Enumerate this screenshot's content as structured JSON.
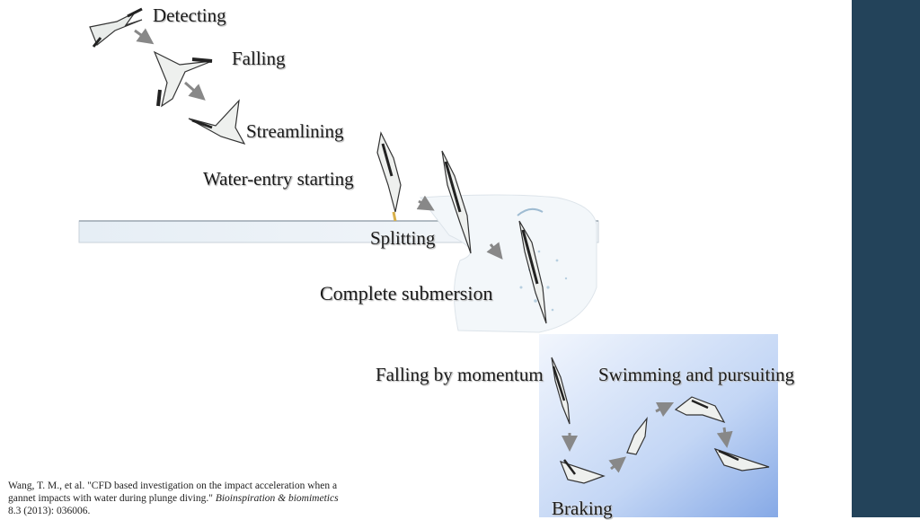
{
  "stages": {
    "detecting": "Detecting",
    "falling": "Falling",
    "streamlining": "Streamlining",
    "water_entry": "Water-entry starting",
    "splitting": "Splitting",
    "complete_submersion": "Complete submersion",
    "falling_by_momentum": "Falling by momentum",
    "swimming": "Swimming and pursuiting",
    "braking": "Braking"
  },
  "citation": {
    "lead": "Wang, T. M., et al. \"CFD based investigation on the impact acceleration when a gannet impacts with water during plunge diving.\"",
    "journal": "Bioinspiration & biomimetics",
    "tail": "8.3 (2013): 036006."
  },
  "colors": {
    "sidebar": "#23435a",
    "water_light": "#eef4f8",
    "underwater_panel": "#8fb2e8",
    "arrow": "#888888"
  }
}
